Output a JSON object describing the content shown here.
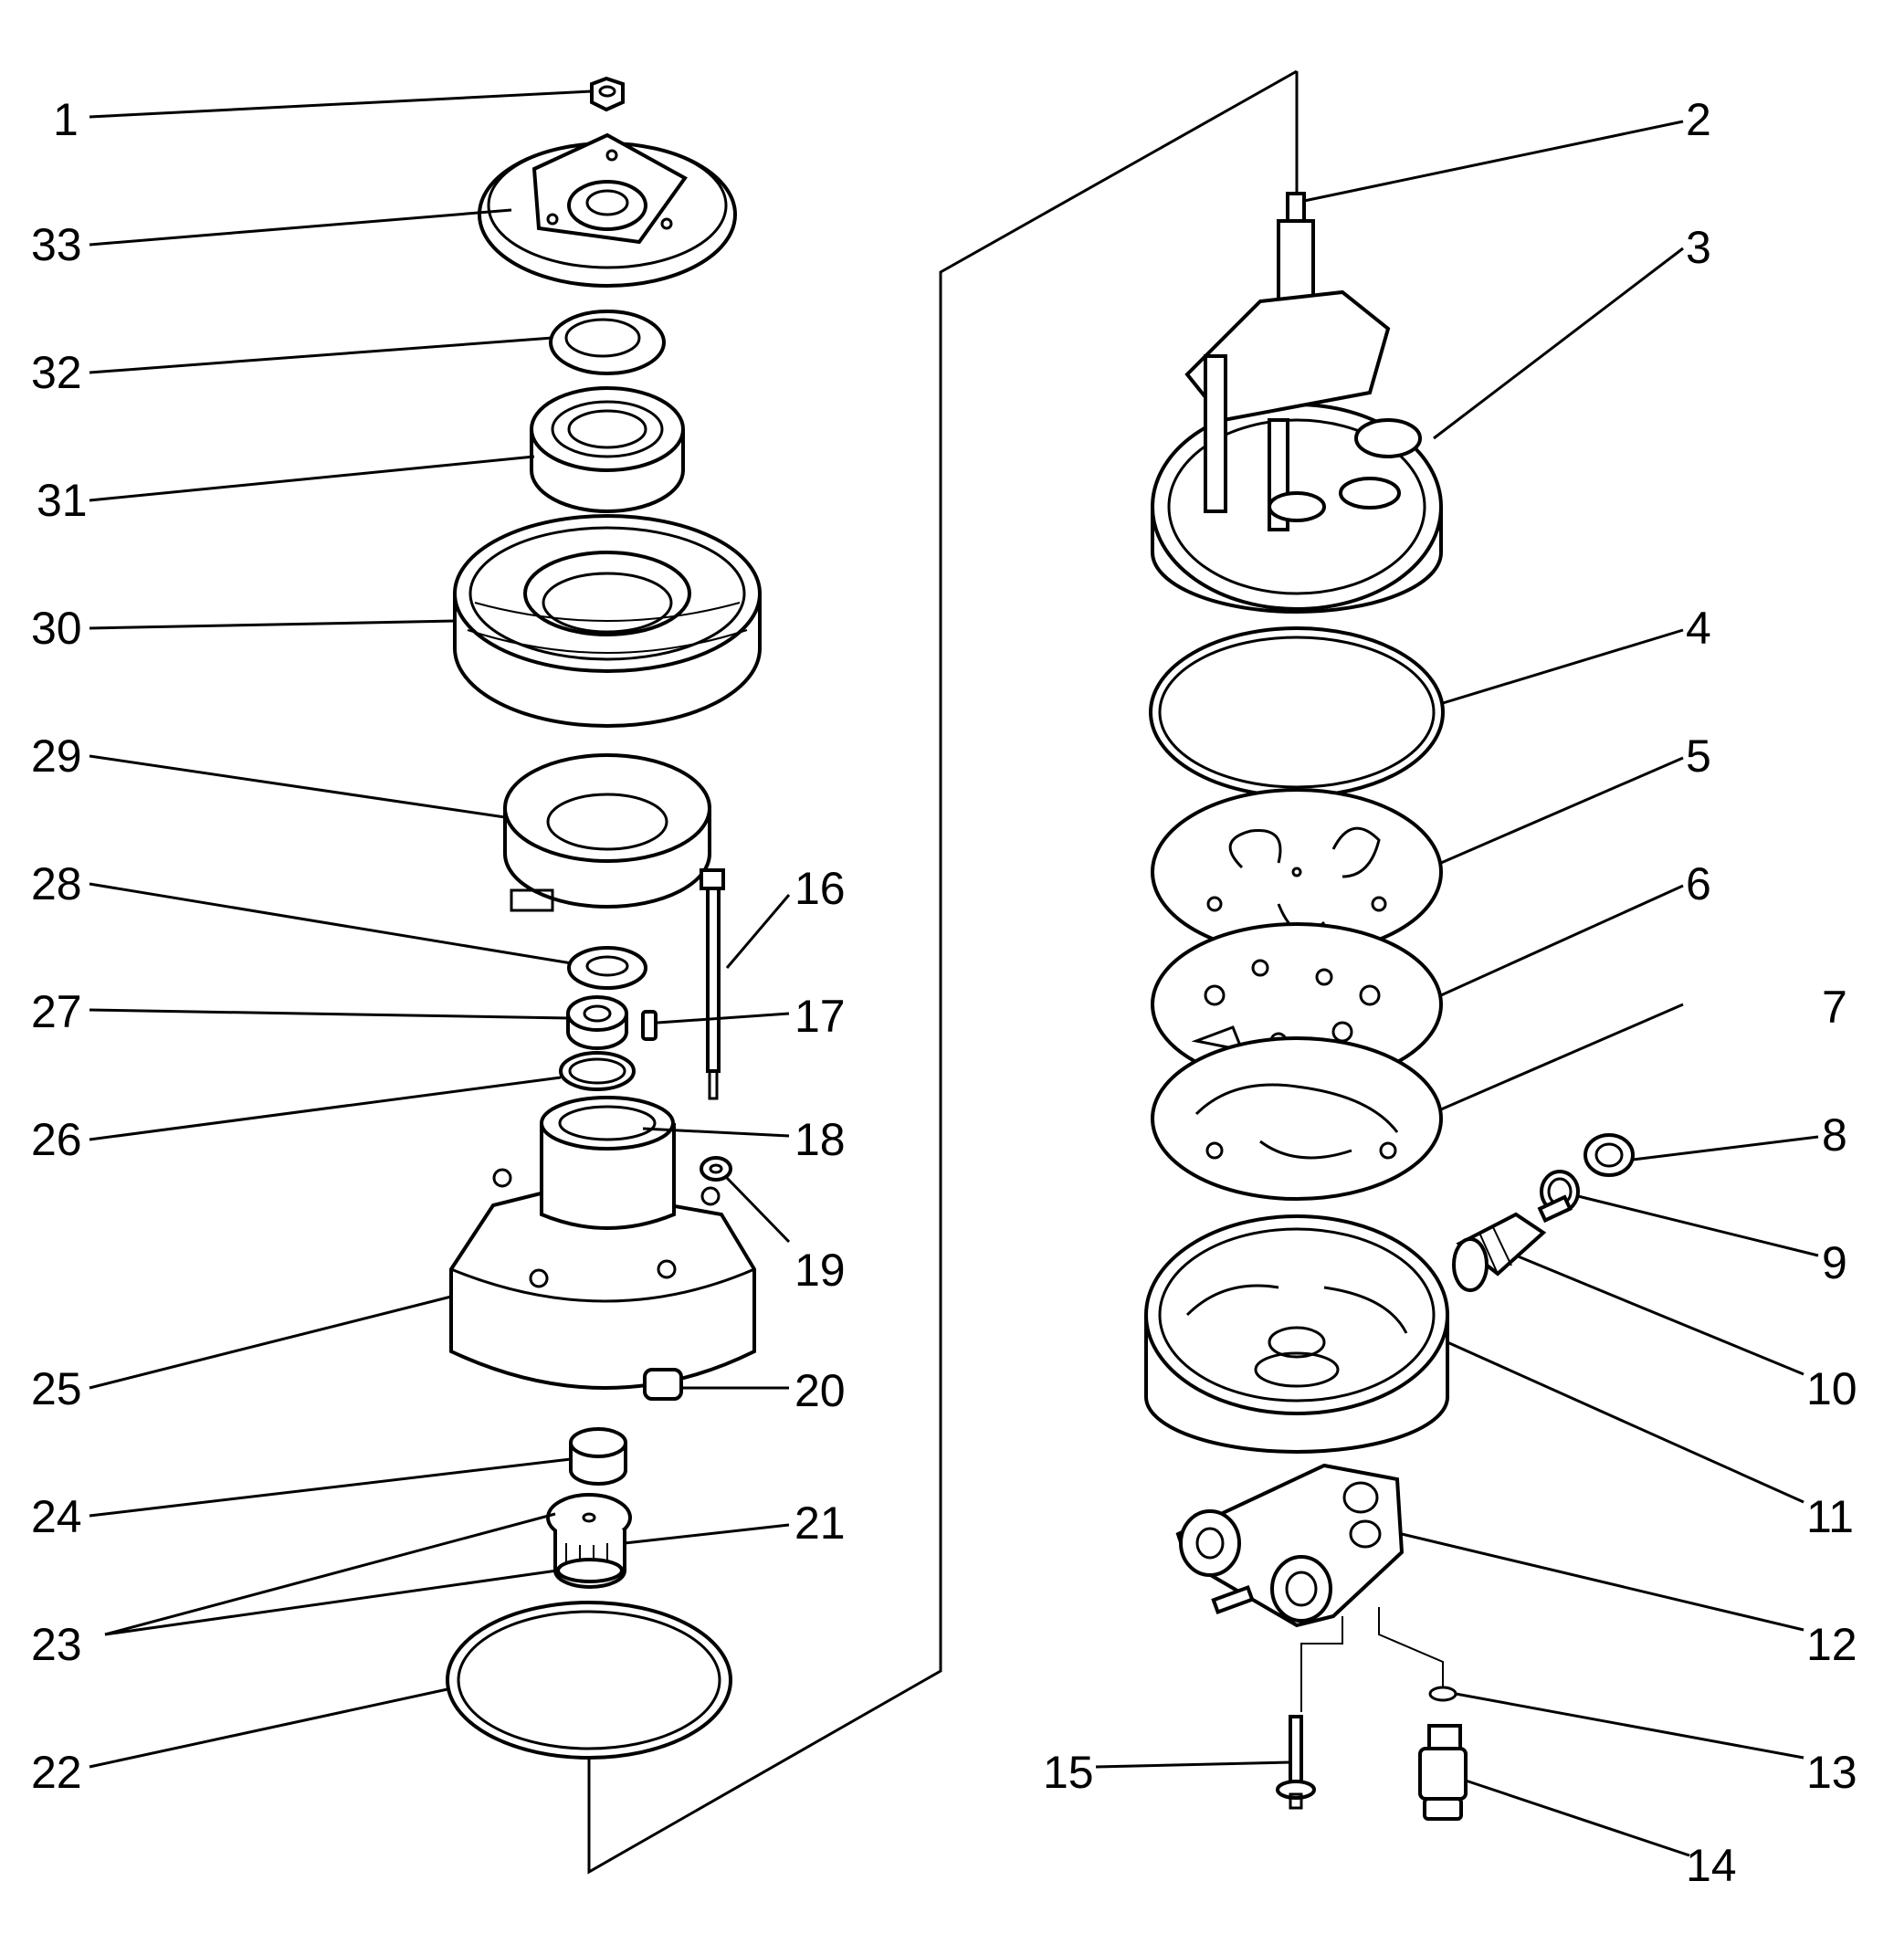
{
  "callouts": [
    {
      "id": "1",
      "text": "1"
    },
    {
      "id": "2",
      "text": "2"
    },
    {
      "id": "3",
      "text": "3"
    },
    {
      "id": "4",
      "text": "4"
    },
    {
      "id": "5",
      "text": "5"
    },
    {
      "id": "6",
      "text": "6"
    },
    {
      "id": "7",
      "text": "7"
    },
    {
      "id": "8",
      "text": "8"
    },
    {
      "id": "9",
      "text": "9"
    },
    {
      "id": "10",
      "text": "10"
    },
    {
      "id": "11",
      "text": "11"
    },
    {
      "id": "12",
      "text": "12"
    },
    {
      "id": "13",
      "text": "13"
    },
    {
      "id": "14",
      "text": "14"
    },
    {
      "id": "15",
      "text": "15"
    },
    {
      "id": "16",
      "text": "16"
    },
    {
      "id": "17",
      "text": "17"
    },
    {
      "id": "18",
      "text": "18"
    },
    {
      "id": "19",
      "text": "19"
    },
    {
      "id": "20",
      "text": "20"
    },
    {
      "id": "21",
      "text": "21"
    },
    {
      "id": "22",
      "text": "22"
    },
    {
      "id": "23",
      "text": "23"
    },
    {
      "id": "24",
      "text": "24"
    },
    {
      "id": "25",
      "text": "25"
    },
    {
      "id": "26",
      "text": "26"
    },
    {
      "id": "27",
      "text": "27"
    },
    {
      "id": "28",
      "text": "28"
    },
    {
      "id": "29",
      "text": "29"
    },
    {
      "id": "30",
      "text": "30"
    },
    {
      "id": "31",
      "text": "31"
    },
    {
      "id": "32",
      "text": "32"
    },
    {
      "id": "33",
      "text": "33"
    }
  ]
}
